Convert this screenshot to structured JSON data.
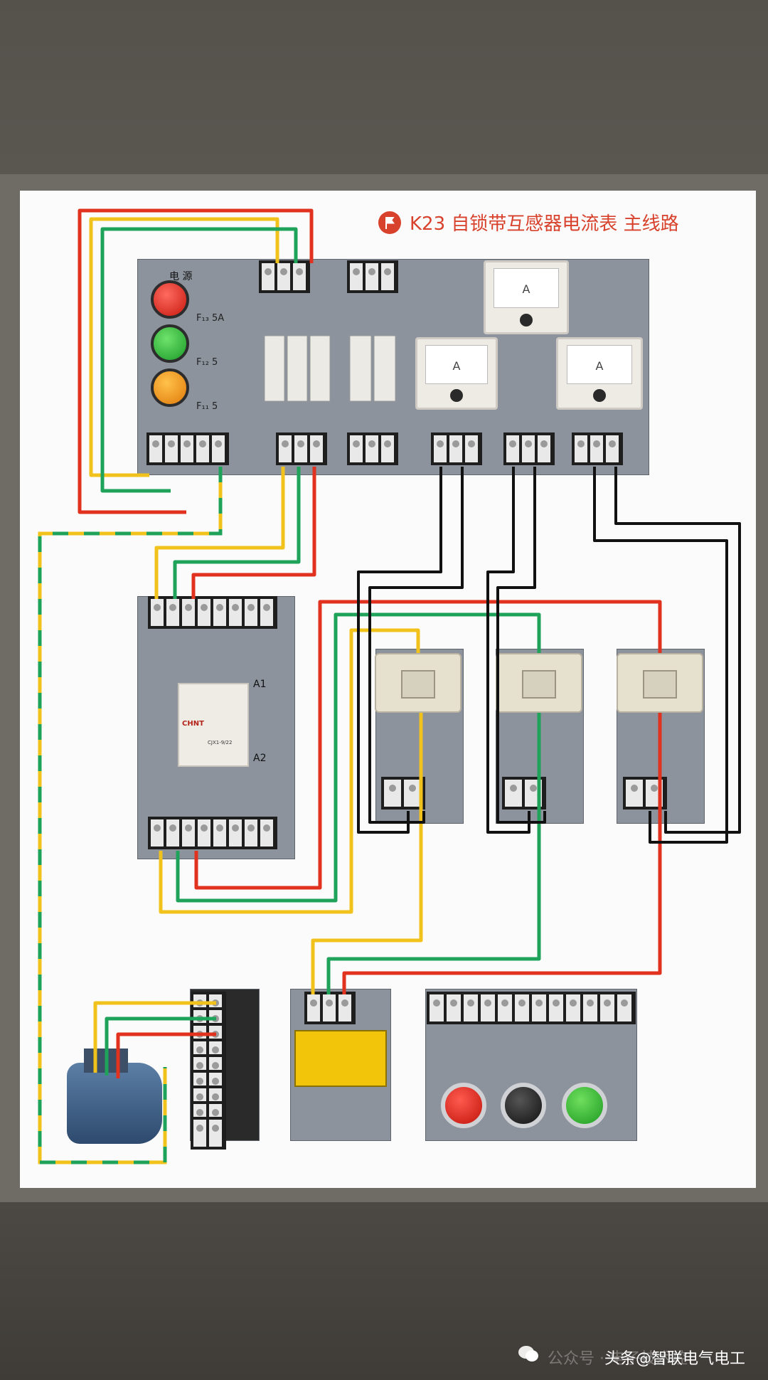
{
  "title": "K23 自锁带互感器电流表 主线路",
  "power_panel": {
    "label": "电 源",
    "fuse_labels": [
      "F₁₃ 5A",
      "F₁₂ 5",
      "F₁₁ 5"
    ]
  },
  "meter_unit": "A",
  "contactor": {
    "brand": "CHNT",
    "model": "CJX1-9/22",
    "coil_terminal_top": "A1",
    "coil_terminal_bottom": "A2"
  },
  "wire_colors": {
    "phase_l1": "#f1c21b",
    "phase_l2": "#1fa35a",
    "phase_l3": "#e0321f",
    "secondary": "#111111",
    "earth_a": "#f1c21b",
    "earth_b": "#1fa35a"
  },
  "buttons": [
    "red-button",
    "black-button",
    "green-button"
  ],
  "watermark": {
    "ghost_text": "公众号 · 电子技术控",
    "prefix": "头条",
    "author": "@智联电气电工"
  }
}
